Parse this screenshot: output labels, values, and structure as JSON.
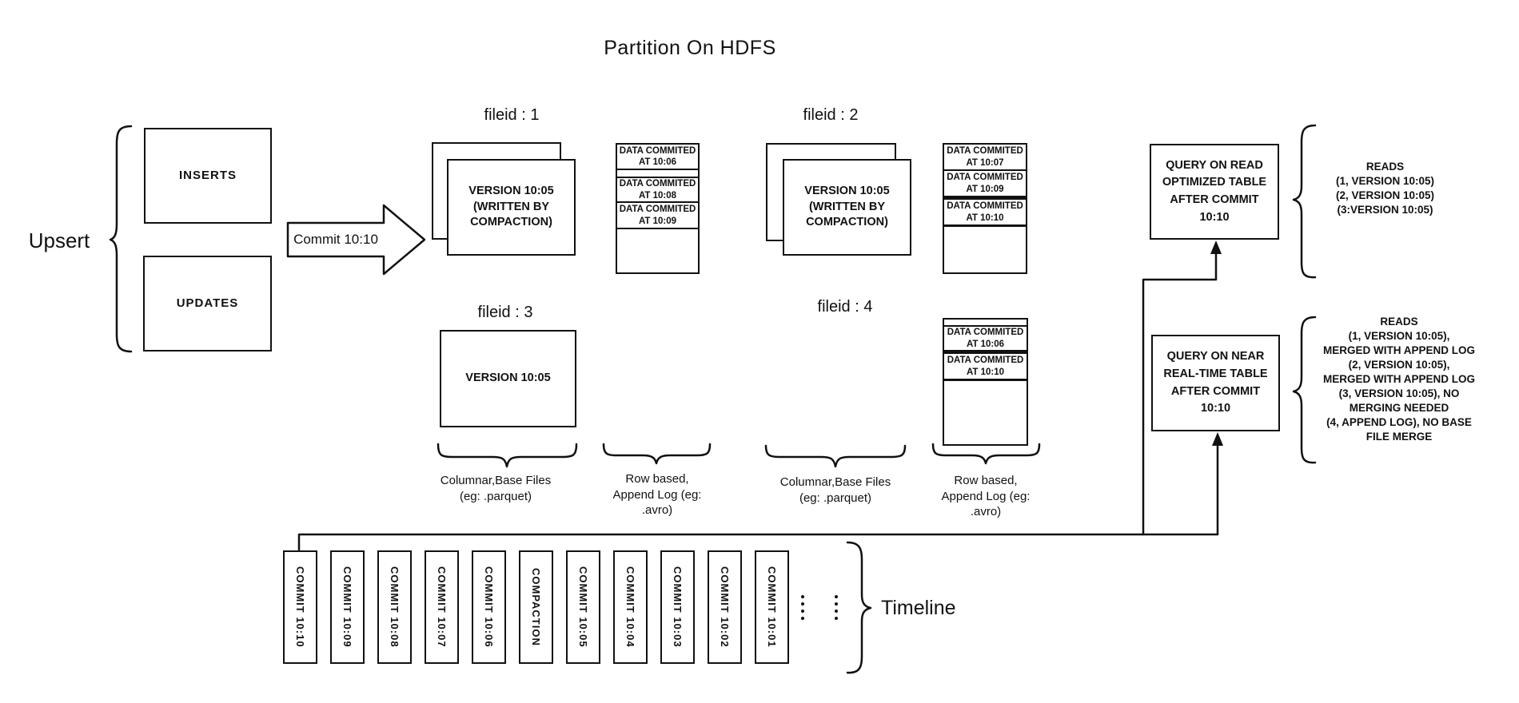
{
  "title": "Partition On HDFS",
  "colors": {
    "ink": "#111111",
    "background": "#ffffff"
  },
  "upsert": {
    "label": "Upsert",
    "inserts": "INSERTS",
    "updates": "UPDATES",
    "commit_arrow": "Commit 10:10"
  },
  "file_groups": {
    "fg1": {
      "label": "fileid : 1",
      "base": "VERSION 10:05\n(WRITTEN BY\nCOMPACTION)",
      "log1": "DATA COMMITED\nAT 10:06",
      "log2": "DATA COMMITED\nAT 10:08",
      "log3": "DATA COMMITED\nAT 10:09"
    },
    "fg2": {
      "label": "fileid : 2",
      "base": "VERSION 10:05\n(WRITTEN BY\nCOMPACTION)",
      "log1": "DATA COMMITED\nAT 10:07",
      "log2": "DATA COMMITED\nAT 10:09",
      "log3": "DATA COMMITED\nAT 10:10"
    },
    "fg3": {
      "label": "fileid : 3",
      "base": "VERSION 10:05"
    },
    "fg4": {
      "label": "fileid : 4",
      "log1": "DATA COMMITED\nAT 10:06",
      "log2": "DATA COMMITED\nAT 10:10"
    }
  },
  "column_labels": {
    "columnar_1": "Columnar,Base Files\n(eg: .parquet)",
    "row_1": "Row based,\nAppend Log  (eg:\n.avro)",
    "columnar_2": "Columnar,Base Files\n(eg: .parquet)",
    "row_2": "Row based,\nAppend Log  (eg:\n.avro)"
  },
  "queries": {
    "read_optimized": {
      "box": "QUERY ON READ\nOPTIMIZED TABLE\nAFTER COMMIT\n10:10",
      "reads": "READS\n(1, VERSION 10:05)\n(2, VERSION 10:05)\n(3:VERSION 10:05)"
    },
    "near_real_time": {
      "box": "QUERY ON NEAR\nREAL-TIME TABLE\nAFTER COMMIT\n10:10",
      "reads": "READS\n(1, VERSION 10:05),\nMERGED WITH APPEND LOG\n(2, VERSION 10:05),\nMERGED WITH APPEND LOG\n(3, VERSION 10:05), NO\nMERGING NEEDED\n(4, APPEND LOG), NO BASE\nFILE MERGE"
    }
  },
  "timeline": {
    "label": "Timeline",
    "items": [
      "COMMIT 10:10",
      "COMMIT 10:09",
      "COMMIT 10:08",
      "COMMIT 10:07",
      "COMMIT 10:06",
      "COMPACTION",
      "COMMIT 10:05",
      "COMMIT 10:04",
      "COMMIT 10:03",
      "COMMIT 10:02",
      "COMMIT 10:01"
    ]
  }
}
